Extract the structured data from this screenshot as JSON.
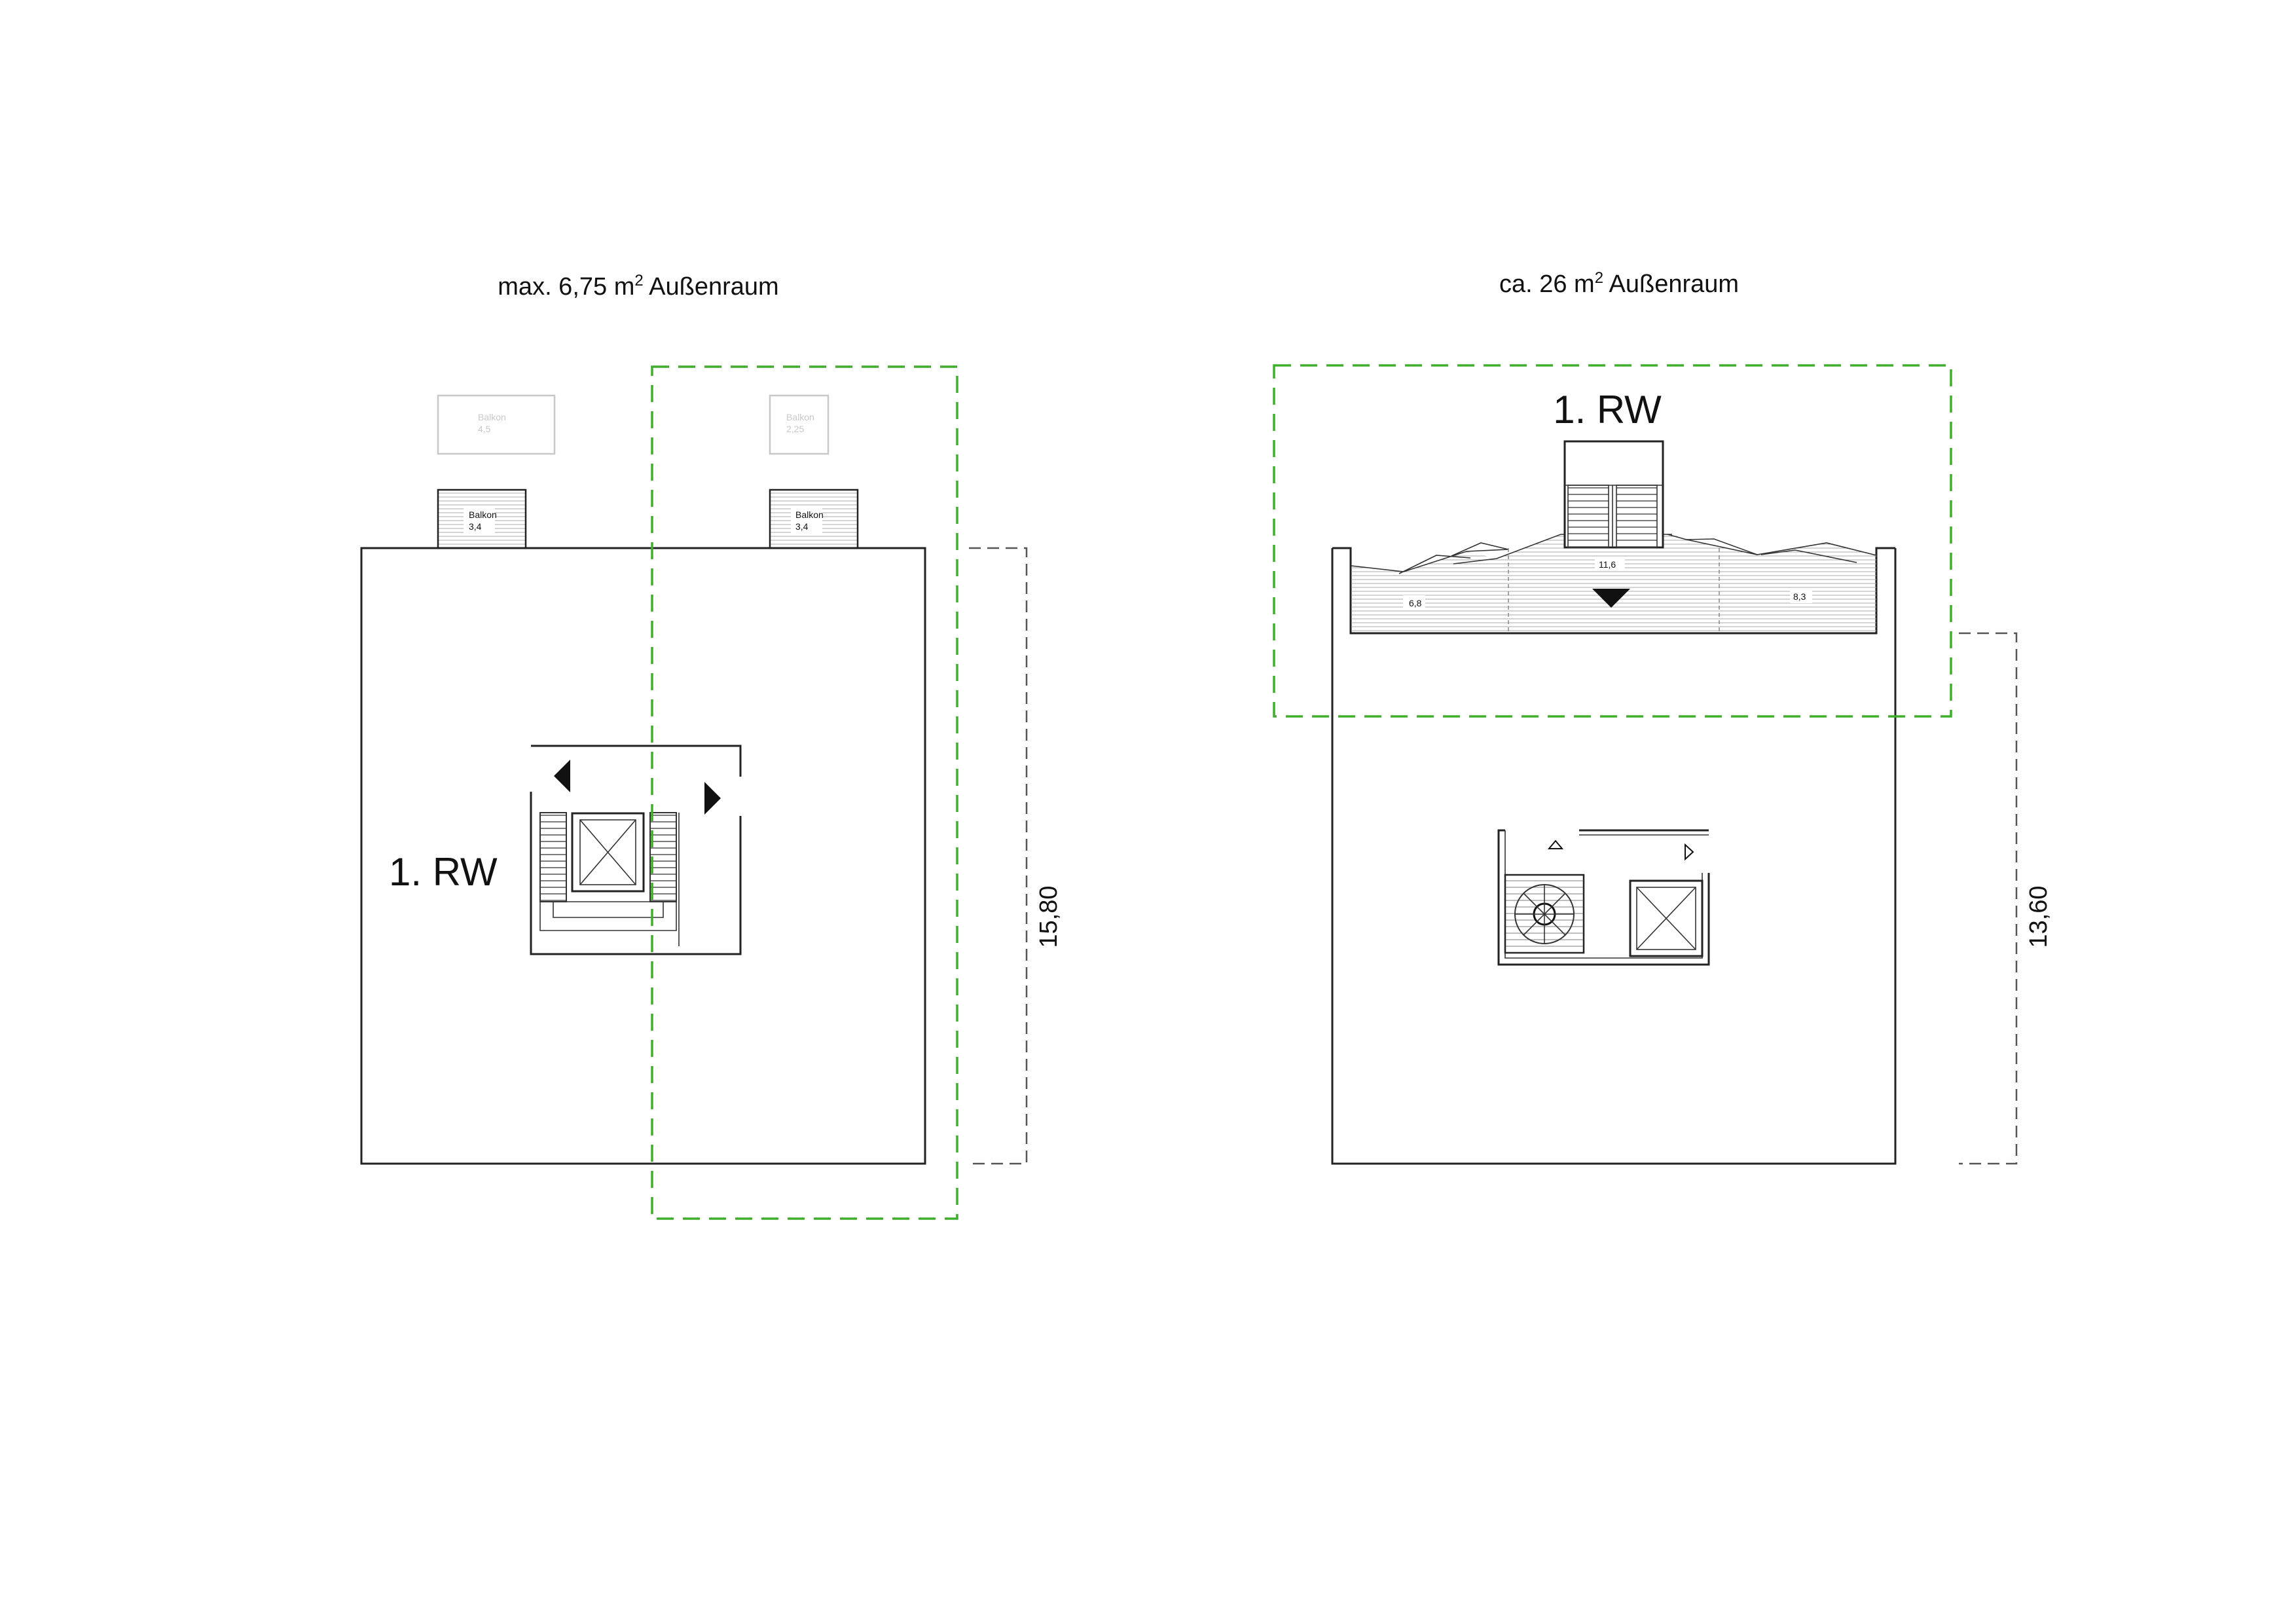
{
  "left_plan": {
    "caption_prefix": "max. 6,75 m",
    "caption_sup": "2",
    "caption_suffix": " Außenraum",
    "rw_label": "1. RW",
    "dimension": "15,80",
    "ghost_balconies": [
      {
        "title": "Balkon",
        "area": "4,5"
      },
      {
        "title": "Balkon",
        "area": "2,25"
      }
    ],
    "balconies": [
      {
        "title": "Balkon",
        "area": "3,4"
      },
      {
        "title": "Balkon",
        "area": "3,4"
      }
    ]
  },
  "right_plan": {
    "caption_prefix": "ca. 26 m",
    "caption_sup": "2",
    "caption_suffix": " Außenraum",
    "rw_label": "1. RW",
    "dimension": "13,60",
    "terrace_areas": [
      "6,8",
      "11,6",
      "8,3"
    ]
  },
  "colors": {
    "outline": "#222222",
    "green_dashed": "#3fae2a",
    "dimension_line": "#555555",
    "ghost": "#c8c8c8"
  }
}
